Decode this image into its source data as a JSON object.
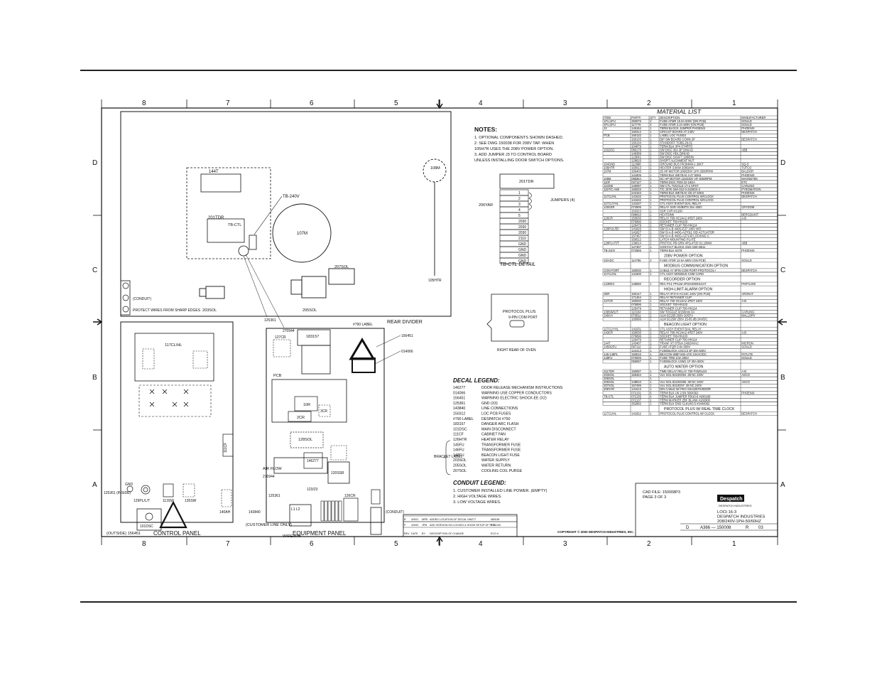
{
  "border": {
    "columns": [
      "8",
      "7",
      "6",
      "5",
      "4",
      "3",
      "2",
      "1"
    ],
    "rows": [
      "D",
      "C",
      "B",
      "A"
    ]
  },
  "notes": {
    "title": "NOTES:",
    "items": [
      "1.  OPTIONAL COMPONENTS SHOWN DASHED.",
      "2.  SEE DWG 150038 FOR 208V TAP. WHEN",
      "    105H7R USES THE 208V POWER OPTION.",
      "3.  ADD JUMPER J3 TO CONTROL BOARD",
      "    UNLESS INSTALLING DOOR SWITCH OPTIONS."
    ]
  },
  "tb_detail": {
    "title": "TB-CTL DETAIL",
    "header": "201TDR",
    "terminals": [
      "1",
      "2",
      "3",
      "4",
      "5",
      "2030",
      "2030",
      "2030",
      "2110",
      "GND",
      "GND",
      "GND",
      "GND"
    ],
    "jumpers_label": "JUMPERS (4)",
    "side_label": "206YAR"
  },
  "protocol": {
    "label": "PROTOCOL PLUS",
    "sub": "9-PIN COM PORT",
    "caption": "RIGHT REAR OF OVEN"
  },
  "decal_legend": {
    "title": "DECAL LEGEND:",
    "items": [
      [
        "146277",
        "DOOR RELEASE MECHANISM INSTRUCTIONS"
      ],
      [
        "014066",
        "WARNING USE COPPER CONDUCTORS"
      ],
      [
        "156451",
        "WARNING ELECTRIC SHOCK-EE (X2)"
      ],
      [
        "125361",
        "GND (X3)"
      ],
      [
        "143840",
        "LINE CONNECTIONS"
      ],
      [
        "150312",
        "LOC PCB FUSES"
      ],
      [
        "#790 LABEL",
        "DESPATCH #790"
      ],
      [
        "183157",
        "DANGER ARC FLASH"
      ],
      [
        "101DSC",
        "MAIN DISCONNECT"
      ],
      [
        "111CF",
        "CABINET FAN"
      ],
      [
        "126HTR",
        "HEATER RELAY"
      ],
      [
        "145FU",
        "TRANSFORMER FUSE"
      ],
      [
        "146FU",
        "TRANSFORMER FUSE"
      ],
      [
        "148FU",
        "BEACON LIGHT FUSE"
      ],
      [
        "203SOL",
        "WATER SUPPLY"
      ],
      [
        "205SOL",
        "WATER RETURN"
      ],
      [
        "207SOL",
        "COOLING COIL PURGE"
      ]
    ],
    "bracket_label": "BRACKET LABEL"
  },
  "conduit_legend": {
    "title": "CONDUIT LEGEND:",
    "items": [
      "1.  CUSTOMER INSTALLED LINE POWER. (EMPTY)",
      "2.  HIGH VOLTAGE WIRES.",
      "3.  LOW VOLTAGE WIRES."
    ]
  },
  "component_labels": {
    "xfmr": "144T",
    "tb240": "TB-240V",
    "tdr": "201TDR",
    "tbctl": "TB-CTL",
    "motor": "107M",
    "fan": "108M",
    "heater": "105HTR",
    "sol207": "207SOL",
    "sol203": "203SOL",
    "sol205": "205SOL",
    "conduit_a": "(CONDUIT)",
    "protect": "PROTECT WIRES FROM SHARP EDGES",
    "lbl125361": "125361",
    "lbl270944": "270944",
    "rear_divider": "REAR DIVIDER",
    "label790": "#790 LABEL",
    "lbl183157": "183157",
    "lbl156451": "156451",
    "lbl014066": "014066",
    "pcb": "PCB",
    "relay_127cr": "127CR",
    "relay_10r": "10R",
    "relay_2cr": "2CR",
    "relay_3cr": "3CR",
    "ssr": "120SSR",
    "sol_128": "128SOL",
    "lbl146277": "146277",
    "lbl143840": "143840",
    "lbl125361b": "125361",
    "lbl270944b": "270944",
    "lbl123": "123/23",
    "relay_126": "126CR",
    "airflow": "AIR FLOW",
    "tb_l1": "L1  L2",
    "wiremay": "WIREWAY",
    "customer_line": "(CUSTOMER LINE ONLY)",
    "lbl117": "117CL/HL",
    "lbl111": "111CF",
    "lbl129": "129PL/L/T",
    "lbl113": "113SW",
    "lbl135": "135SW",
    "lbl101": "101DSC",
    "lbl140": "140AH",
    "gnd": "GND",
    "outside": "(OUTSIDE) 156451",
    "lbl125361c": "125361 (INSIDE)",
    "control_panel": "CONTROL PANEL",
    "equipment_panel": "EQUIPMENT PANEL",
    "conduit_b": "(CONDUIT)"
  },
  "material_list": {
    "title": "MATERIAL LIST",
    "columns": [
      "ITEM",
      "PART#",
      "QTY",
      "DESCRIPTION",
      "MANUFACTURER"
    ],
    "rows": [
      [
        "1FU,4FU",
        "250076",
        "2",
        "FUSE ATMR 15.0A 600V (ON PCB)",
        "GOULD"
      ],
      [
        "2FU,3FU",
        "117776",
        "2",
        "FUSE ATDR 3.2A 600V (ON PCB)",
        "GOULD"
      ],
      [
        "J3",
        "146164",
        "1",
        "TERM BLOCK JUMPER PHOENIX",
        "PHOENIX"
      ],
      [
        "",
        "150312",
        "1",
        "CIRCUIT BOARD AT 240V",
        "DESPATCH"
      ],
      [
        "PCB",
        "150132",
        "1",
        "LABEL LOC FUSES",
        ""
      ],
      [
        "",
        "150133",
        "1",
        "DIP SW BOARD CONN 2P",
        "DESPATCH"
      ],
      [
        "",
        "150134",
        "3",
        "STANDOFF TGBS-26-01",
        ""
      ],
      [
        "",
        "104879",
        "1",
        "TERM BLK 3P4 ST4RTO",
        ""
      ],
      [
        "101DSC",
        "086178",
        "1",
        "SW DISC 30A 3P DIN/AD",
        "ABB"
      ],
      [
        "",
        "146389",
        "1",
        "SW DISC HDL DIN/AD",
        ""
      ],
      [
        "",
        "123041",
        "1",
        "SW DISC SHAFT 100/8IN",
        ""
      ],
      [
        "",
        "128626",
        "1",
        "SHORT ALIGNMENT NUT",
        ""
      ],
      [
        "104GND",
        "112998",
        "1",
        "GROUND BUS PK304M4-1 20KT",
        "SQ-D"
      ],
      [
        "105HTR",
        "150013",
        "1",
        "HEATER 3.0KW 208/240V",
        "TUTCO"
      ],
      [
        "107M",
        "156403",
        "1",
        "25 HP MOTOR 208/230V 1PH 3300RPM",
        "BALDOR"
      ],
      [
        "",
        "141805",
        "1",
        "TERM BLK WE7EA0 4-27 50K6",
        "PHOENIX"
      ],
      [
        "108M",
        "098364",
        "1",
        "DC HP MOTOR 115/230V HF 3000RPM",
        "MAGNETEK"
      ],
      [
        "110F",
        "037127",
        "1",
        "TERM DISC FEM 22-18GA",
        "ETC"
      ],
      [
        "113SW",
        "140097",
        "1",
        "SW CTL TOGGLE 1T-2 SPST",
        "CARLING"
      ],
      [
        "115T/C-A88",
        "150033",
        "1",
        "T/C J07E-2WI-310-0-24000X-2",
        "PYROMATION"
      ],
      [
        "",
        "243153",
        "1",
        "TERM BLK WE7EA0 4/6-27 50K6",
        "PHOENIX"
      ],
      [
        "117CL/HL",
        "141632",
        "1",
        "PROTOCOL PLUS CONTROL W/CLOCK",
        "DESPATCH"
      ],
      [
        "",
        "141632",
        "1",
        "PROTOCOL PLUS CONTROL W/CLOCK",
        ""
      ],
      [
        "117CL/YHL",
        "141637",
        "1",
        "CTL ASSY EVENT DIAL RELAY",
        ""
      ],
      [
        "120SSR",
        "072906",
        "1",
        "RELAY SSR HS/B8TS 25A 480V",
        "CRYDOM"
      ],
      [
        "",
        "153323",
        "1",
        "SSR CVR KS100",
        ""
      ],
      [
        "",
        "098810",
        "1",
        "HEATSINK",
        "BERGQUIST"
      ],
      [
        "126CR",
        "150030",
        "1",
        "RELAY 700-HC24A2 4PDT 240V",
        "A-B"
      ],
      [
        "",
        "076896",
        "1",
        "SOCKET 700-HN103",
        ""
      ],
      [
        "",
        "126479",
        "1",
        "RETAINER CLIP 700-HN114",
        ""
      ],
      [
        "129PL/L/E0",
        "141826",
        "1",
        "SW SI A-B 440G-E27 240V N/O",
        ""
      ],
      [
        "",
        "141827",
        "1",
        "SW SI A-B 440G-A27011 S/D ACTUATOR",
        ""
      ],
      [
        "",
        "157467",
        "1",
        "SW SI A-B 440G-A27143 LOCKING C",
        ""
      ],
      [
        "",
        "160512",
        "1",
        "LATCH MOUNTING PLATE",
        ""
      ],
      [
        "128PLA/T/T",
        "139014",
        "1",
        "PROTOC PB GRN 4P1L4T25 S1.1/8M4",
        "ABB"
      ],
      [
        "",
        "127397",
        "1",
        "CONTACT BLOCK 1NO CBK-0B11",
        ""
      ],
      [
        "TB-240V",
        "072886",
        "1",
        "TERM BLK 5S78",
        "PHOENIX"
      ]
    ],
    "sections": [
      {
        "title": "208V POWER OPTION",
        "rows": [
          [
            "15/ADC",
            "114785",
            "2",
            "FUSE ATDR 12.5A 600V (ON PCB)",
            "GOULD"
          ]
        ]
      },
      {
        "title": "MODBUS COMMUNICATION OPTION",
        "rows": [
          [
            "COM PORT",
            "150030",
            "1",
            "CABLE AY 9PIN COM PORT-PROTOCOL+",
            "DESPATCH"
          ],
          [
            "117CL/HL",
            "141600",
            "1",
            "CTL ASSY MODBUS COM CARD",
            ""
          ]
        ]
      },
      {
        "title": "RECORDER OPTION",
        "rows": [
          [
            "123REC",
            "138680",
            "1",
            "REC PC1 PP11M 4PSG300001SAT",
            "PARTLOW"
          ]
        ]
      },
      {
        "title": "HIGH-LIMIT ALARM OPTION",
        "rows": [
          [
            "3DR",
            "150147",
            "1",
            "RELAY HF3-H-AC24C 240V (ON PCB)",
            "ARONAT"
          ],
          [
            "",
            "171464",
            "1",
            "RELAY RETAINER CLIP",
            ""
          ],
          [
            "127CR",
            "150030",
            "1",
            "RELAY 700-HC24A2 4PDT 240V",
            "A-B"
          ],
          [
            "",
            "076896",
            "1",
            "SOCKET 700-HN103",
            ""
          ],
          [
            "",
            "125479",
            "1",
            "RETAINER CLIP 700-HN114",
            ""
          ],
          [
            "138SW/L/T",
            "113154",
            "1",
            "SW TOGGLE 6/150mm 3A",
            "CARLING"
          ],
          [
            "140AH",
            "073011",
            "1",
            "ALM SC250 250V 20/37A",
            "MALLORY"
          ],
          [
            "",
            "165086",
            "1",
            "ALM SC250/ 250V 15-65 dB 24V/DC",
            ""
          ]
        ]
      },
      {
        "title": "BEACON LIGHT OPTION",
        "rows": [
          [
            "117CL/YHL",
            "141631",
            "1",
            "CTL ASSY EVENT DIAL RELAY",
            ""
          ],
          [
            "143CR",
            "150030",
            "1",
            "RELAY 700-HC24A2 4PDT 240V",
            "A-B"
          ],
          [
            "",
            "076896",
            "1",
            "SOCKET 700-HN103",
            ""
          ],
          [
            "",
            "126479",
            "1",
            "RETAINER CLIP 700-HN114",
            ""
          ],
          [
            "144T",
            "143407",
            "1",
            "TRANF XT 075VA 240/24VAC",
            "MICRON"
          ],
          [
            "145/42FU",
            "097112",
            "2",
            "FUSE ATQR 0.8A 600V",
            "GOULD"
          ],
          [
            "",
            "124413",
            "1",
            "FUSEBLOCK USCC3 3P 30A 600V",
            ""
          ],
          [
            "146-148PL",
            "150010",
            "1",
            "BEACON WBP-502-4YE 24VAC/DC",
            "PATLITE"
          ],
          [
            "148FU",
            "070006",
            "1",
            "FUSE TRM 1/4A 250V",
            "GOULD"
          ],
          [
            "",
            "059087",
            "1",
            "FUSEBLOCK USM1 1P 30A 600V",
            ""
          ]
        ]
      },
      {
        "title": "AUTO WATER OPTION",
        "rows": [
          [
            "211TDR",
            "150097",
            "1",
            "TIME DELAY RELAY 700-FSM3U23",
            "A-B"
          ],
          [
            "203SOL",
            "165464",
            "1",
            "VLV SOL 8210G094 .38 NC 240V",
            "ASCO"
          ],
          [
            "205SOL",
            "",
            "1",
            "",
            ""
          ],
          [
            "206SOL",
            "148810",
            "1",
            "VLV SOL 8210G095 .38 NC 240V",
            "ASCO"
          ],
          [
            "207SOL",
            "157495",
            "1",
            "VLV SOL 8210G97 .38 NC 240V",
            ""
          ],
          [
            "208YAR",
            "141613",
            "1",
            "DIN CABLE W/ PKO SS1225TK0000/R",
            ""
          ],
          [
            "",
            "072131",
            "6",
            "TERM BLK UK 2.5N 3004362",
            "PHOENIX"
          ],
          [
            "TB-CTL",
            "072135",
            "4",
            "TERM BLK JUMPER FBI10-6 #200168",
            ""
          ],
          [
            "",
            "072137",
            "1",
            "TERM MARKER ZBF BLANK #182900",
            ""
          ],
          [
            "",
            "252982",
            "1",
            "TERM BLK END CLKUK0.5 #3444062",
            ""
          ]
        ]
      },
      {
        "title": "PROTOCOL PLUS W/ REAL TIME CLOCK",
        "rows": [
          [
            "117CL/HL",
            "141822",
            "1",
            "PROTOCOL PLUS CONTROL W/ CLOCK",
            "DESPATCH"
          ]
        ]
      }
    ]
  },
  "title_block": {
    "cad_file": "CAD FILE: 150008P3",
    "page": "PAGE 3 OF 3",
    "logo": "Despatch",
    "logo_sub": "DESPATCH INDUSTRIES",
    "title_lines": [
      "LOCI-16-3",
      "DESPATCH INDUSTRIES",
      "208/240V-1PH-50/60HZ"
    ],
    "size": "D",
    "dwg_no": "A366 — 150008",
    "rev": "R",
    "sheet": "03",
    "copyright": "COPYRIGHT © 2000  DESPATCH INDUSTRIES, INC.",
    "revisions": [
      [
        "R",
        "4/9/01",
        "MPB",
        "ADDED LOCATION OF DECAL 196277",
        "080038"
      ],
      [
        "P",
        "4/9/00",
        "JPM",
        "ADD VERSION ON LOCKED & SHOW SETUP OF PCB",
        "07/11/00"
      ]
    ],
    "rev_cols": [
      "REV",
      "DATE",
      "BY",
      "DESCRIPTION OF CHANGE",
      "ECO #"
    ]
  }
}
